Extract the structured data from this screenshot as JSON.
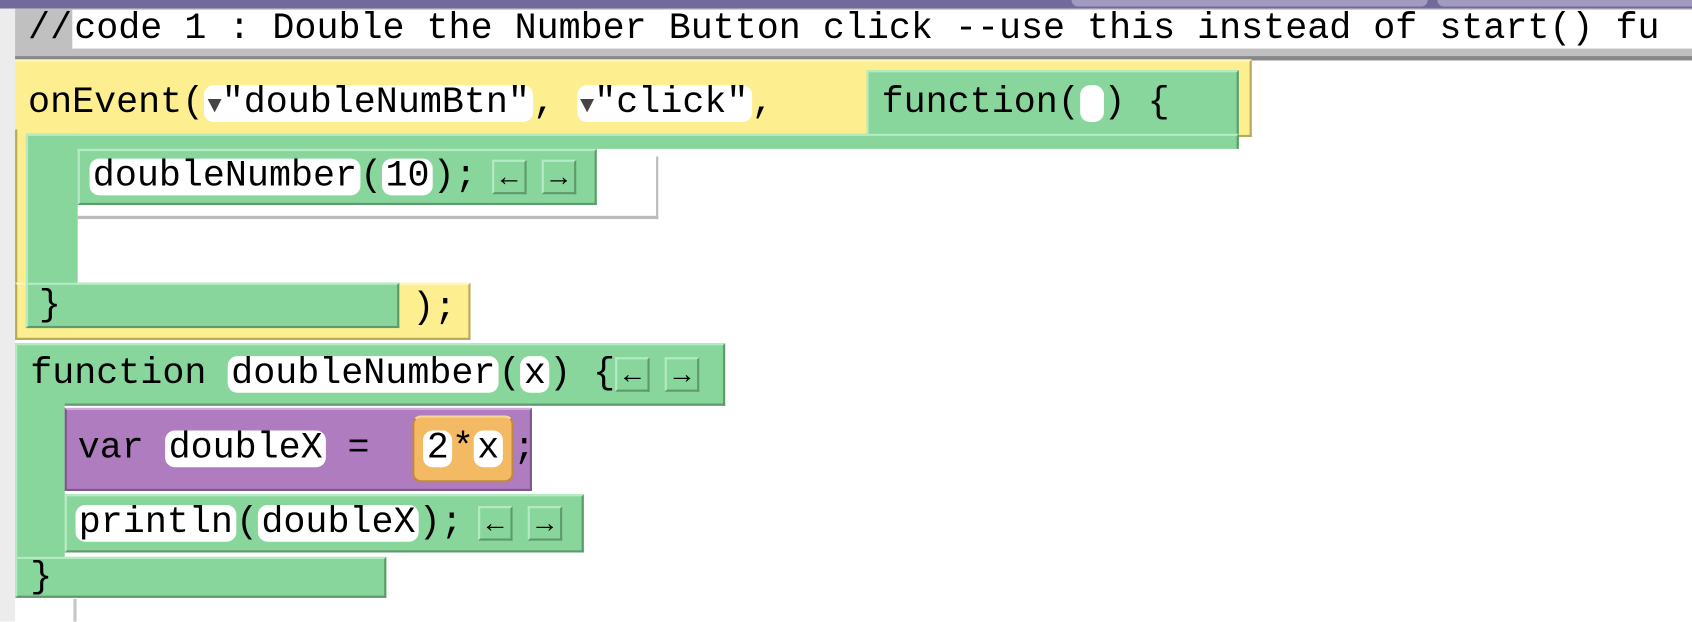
{
  "comment": {
    "prefix": "//",
    "text": "code 1 : Double the Number Button click --use this instead of start() fu"
  },
  "on_event": {
    "keyword": "onEvent(",
    "element_id": "\"doubleNumBtn\"",
    "sep1": ",",
    "event_type": "\"click\"",
    "sep2": ",",
    "close": ");",
    "dropdown_icon": "▼",
    "callback": {
      "keyword": "function(",
      "param": "",
      "open": ") {",
      "close_brace": "}"
    },
    "body": [
      {
        "func": "doubleNumber",
        "open": "(",
        "arg": "10",
        "close": ");",
        "left_btn": "←",
        "right_btn": "→"
      }
    ]
  },
  "function_def": {
    "keyword": "function",
    "name": "doubleNumber",
    "open": "(",
    "param": "x",
    "close": ") {",
    "left_btn": "←",
    "right_btn": "→",
    "close_brace": "}",
    "statements": {
      "var_stmt": {
        "keyword": "var",
        "name": "doubleX",
        "eq": "=",
        "left": "2",
        "op": "*",
        "right": "x",
        "end": ";"
      },
      "println_stmt": {
        "func": "println",
        "open": "(",
        "arg": "doubleX",
        "close": ");",
        "left_btn": "←",
        "right_btn": "→"
      }
    }
  },
  "colors": {
    "control": "#fdee8f",
    "function": "#88d69c",
    "variable": "#b07cc0",
    "math": "#f3ba63",
    "comment": "#c0c0c0",
    "header": "#736a9c"
  }
}
